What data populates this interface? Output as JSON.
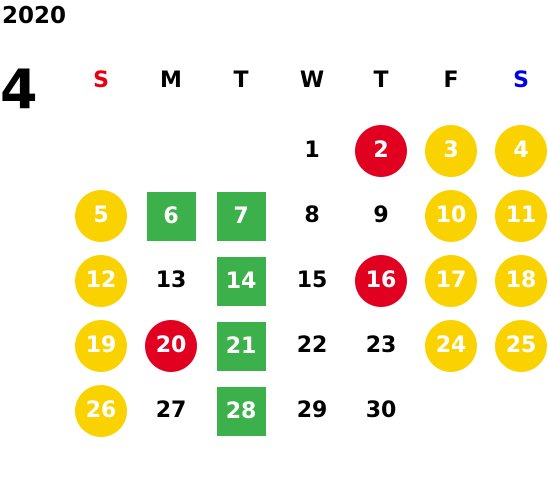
{
  "calendar": {
    "year": "2020",
    "month": "4",
    "weekdays": [
      {
        "label": "S",
        "color": "#e60012"
      },
      {
        "label": "M",
        "color": "#000000"
      },
      {
        "label": "T",
        "color": "#000000"
      },
      {
        "label": "W",
        "color": "#000000"
      },
      {
        "label": "T",
        "color": "#000000"
      },
      {
        "label": "F",
        "color": "#000000"
      },
      {
        "label": "S",
        "color": "#0000e6"
      }
    ],
    "colors": {
      "holiday_red": "#e20021",
      "weekend_yellow": "#fad200",
      "green_marker": "#3cb04a"
    },
    "weeks": [
      [
        null,
        null,
        null,
        {
          "day": "1",
          "style": "plain"
        },
        {
          "day": "2",
          "style": "red-circle"
        },
        {
          "day": "3",
          "style": "yellow-circle"
        },
        {
          "day": "4",
          "style": "yellow-circle"
        }
      ],
      [
        {
          "day": "5",
          "style": "yellow-circle"
        },
        {
          "day": "6",
          "style": "green-square"
        },
        {
          "day": "7",
          "style": "green-square"
        },
        {
          "day": "8",
          "style": "plain"
        },
        {
          "day": "9",
          "style": "plain"
        },
        {
          "day": "10",
          "style": "yellow-circle"
        },
        {
          "day": "11",
          "style": "yellow-circle"
        }
      ],
      [
        {
          "day": "12",
          "style": "yellow-circle"
        },
        {
          "day": "13",
          "style": "plain"
        },
        {
          "day": "14",
          "style": "green-square"
        },
        {
          "day": "15",
          "style": "plain"
        },
        {
          "day": "16",
          "style": "red-circle"
        },
        {
          "day": "17",
          "style": "yellow-circle"
        },
        {
          "day": "18",
          "style": "yellow-circle"
        }
      ],
      [
        {
          "day": "19",
          "style": "yellow-circle"
        },
        {
          "day": "20",
          "style": "red-circle"
        },
        {
          "day": "21",
          "style": "green-square"
        },
        {
          "day": "22",
          "style": "plain"
        },
        {
          "day": "23",
          "style": "plain"
        },
        {
          "day": "24",
          "style": "yellow-circle"
        },
        {
          "day": "25",
          "style": "yellow-circle"
        }
      ],
      [
        {
          "day": "26",
          "style": "yellow-circle"
        },
        {
          "day": "27",
          "style": "plain"
        },
        {
          "day": "28",
          "style": "green-square"
        },
        {
          "day": "29",
          "style": "plain"
        },
        {
          "day": "30",
          "style": "plain"
        },
        null,
        null
      ]
    ]
  }
}
